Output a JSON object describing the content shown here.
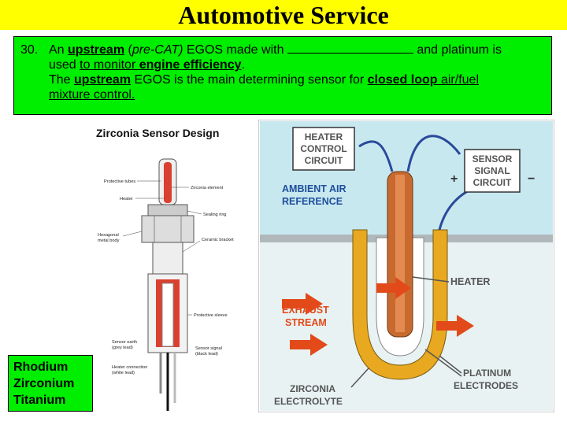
{
  "header": {
    "title": "Automotive Service"
  },
  "question": {
    "number": "30.",
    "l1_a": "An ",
    "l1_upstream": "upstream",
    "l1_b": " (",
    "l1_precat": "pre-CAT)",
    "l1_c": " EGOS made with ",
    "l1_d": " and platinum is",
    "l2_a": "used ",
    "l2_to_monitor": "to monitor ",
    "l2_engine_eff": "engine efficiency",
    "l2_b": ".",
    "l3_a": "The ",
    "l3_upstream": "upstream",
    "l3_b": " EGOS is the main determining sensor for ",
    "l3_closed_loop": "closed loop",
    "l3_c": " air/fuel",
    "l4": "mixture control."
  },
  "answers": [
    "Rhodium",
    "Zirconium",
    "Titanium"
  ],
  "left_diagram": {
    "title": "Zirconia Sensor Design",
    "labels": {
      "protective_tubes": "Protective tubes",
      "zirconia_element": "Zirconia element",
      "heater": "Heater",
      "sealing_ring": "Sealing ring",
      "hexagonal_body_1": "Hexagonal",
      "hexagonal_body_2": "metal body",
      "ceramic_bracket": "Ceramic bracket",
      "protective_sleeve": "Protective sleeve",
      "sensor_earth_1": "Sensor earth",
      "sensor_earth_2": "(grey lead)",
      "sensor_signal_1": "Sensor signal",
      "sensor_signal_2": "(black lead)",
      "heater_conn_1": "Heater connection",
      "heater_conn_2": "(white lead)"
    }
  },
  "right_diagram": {
    "heater_control_1": "HEATER",
    "heater_control_2": "CONTROL",
    "heater_control_3": "CIRCUIT",
    "sensor_signal_1": "SENSOR",
    "sensor_signal_2": "SIGNAL",
    "sensor_signal_3": "CIRCUIT",
    "plus": "+",
    "minus": "−",
    "ambient_1": "AMBIENT AIR",
    "ambient_2": "REFERENCE",
    "heater": "HEATER",
    "exhaust_1": "EXHAUST",
    "exhaust_2": "STREAM",
    "platinum_1": "PLATINUM",
    "platinum_2": "ELECTRODES",
    "zirconia_1": "ZIRCONIA",
    "zirconia_2": "ELECTROLYTE"
  },
  "colors": {
    "title_bg": "#ffff00",
    "box_bg": "#00ee00",
    "air_bg": "#c8e8f0",
    "exhaust_bg": "#e8f2f2",
    "zirconia_gold": "#e8a820",
    "heater_orange": "#c86a30",
    "arrow_red": "#e24a1a",
    "label_blue": "#1f4f9c"
  }
}
